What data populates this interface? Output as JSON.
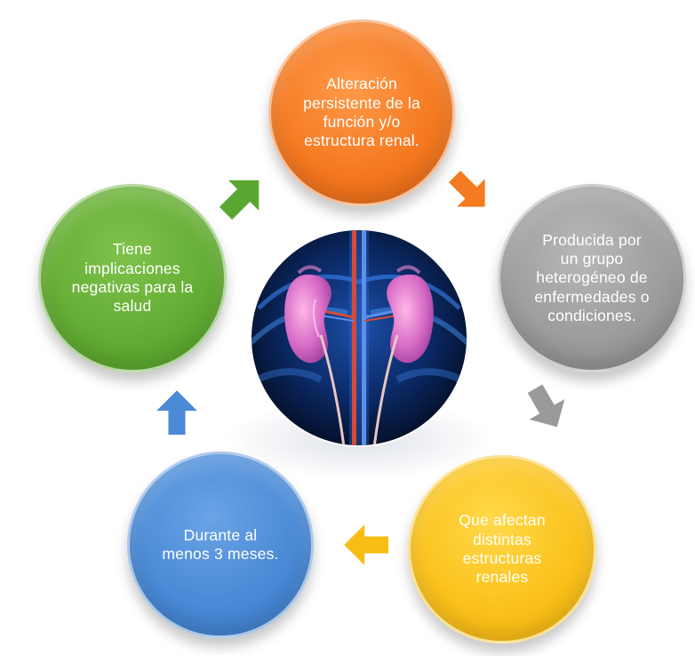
{
  "diagram": {
    "nodes": {
      "orange": {
        "label": "Alteración\npersistente de la\nfunción y/o\nestructura renal.",
        "color": "#f57a22"
      },
      "gray": {
        "label": "Producida por\nun grupo\nheterogéneo de\nenfermedades o\ncondiciones.",
        "color": "#9d9d9d"
      },
      "yellow": {
        "label": "Que afectan\ndistintas\nestructuras\nrenales",
        "color": "#fbc21c"
      },
      "blue": {
        "label": "Durante al\nmenos 3 meses.",
        "color": "#4a8ad6"
      },
      "green": {
        "label": "Tiene\nimplicaciones\nnegativas para la\nsalud",
        "color": "#64ad34"
      }
    },
    "center": {
      "icon": "kidneys-illustration"
    },
    "arrows": [
      {
        "name": "arrow-orange-to-gray",
        "color": "#f57a22"
      },
      {
        "name": "arrow-gray-to-yellow",
        "color": "#9d9d9d"
      },
      {
        "name": "arrow-yellow-to-blue",
        "color": "#fbc21c"
      },
      {
        "name": "arrow-blue-to-green",
        "color": "#4a8ad6"
      },
      {
        "name": "arrow-green-to-orange",
        "color": "#64ad34"
      }
    ]
  }
}
